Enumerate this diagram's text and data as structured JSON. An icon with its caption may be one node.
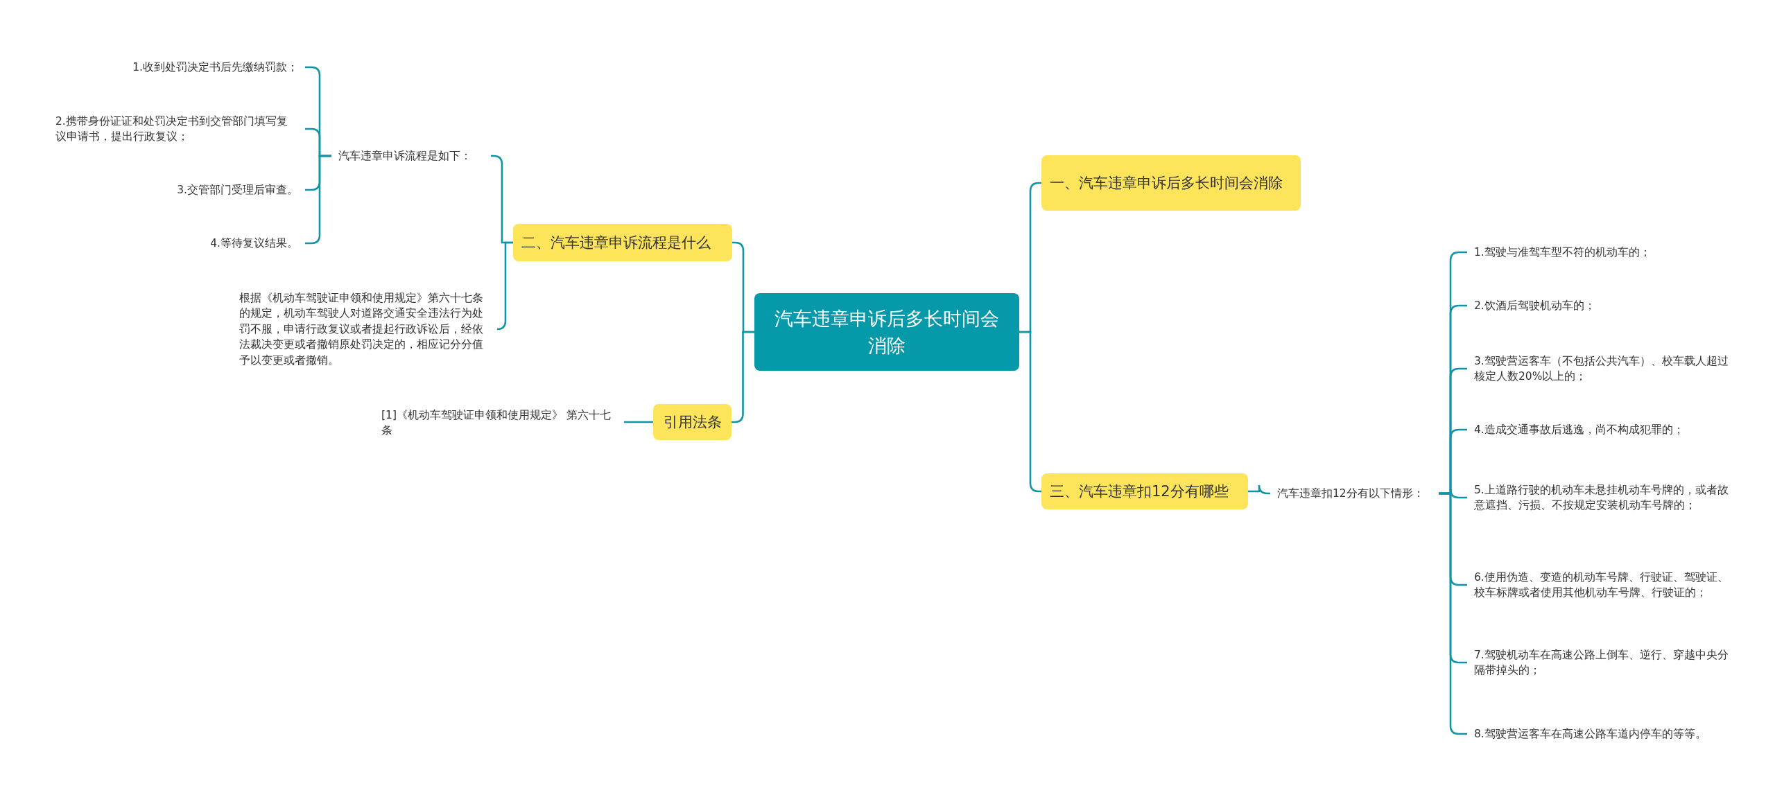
{
  "diagram": {
    "nodes": [
      {
        "text": [
          "汽车违章申诉后多长时间会消除"
        ]
      },
      {
        "text": [
          "二、汽车违章申诉流程是什么"
        ]
      },
      {
        "text": [
          "汽车违章申诉流程是如下："
        ]
      },
      {
        "text": [
          "1.收到处罚决定书后先缴纳罚款；"
        ]
      },
      {
        "text": [
          "2.携带身份证证和处罚决定书到交管部门填写复议申请书，提出行政复议；"
        ]
      },
      {
        "text": [
          "3.交管部门受理后审查。"
        ]
      },
      {
        "text": [
          "4.等待复议结果。"
        ]
      },
      {
        "text": [
          "根据《机动车驾驶证申领和使用规定》第六十七条的规定，机动车驾驶人对道路交通安全违法行为处罚不服，申请行政复议或者提起行政诉讼后，经依法裁决变更或者撤销原处罚决定的，相应记分分值予以变更或者撤销。"
        ]
      },
      {
        "text": [
          "引用法条"
        ]
      },
      {
        "text": [
          "[1]《机动车驾驶证申领和使用规定》 第六十七条"
        ]
      },
      {
        "text": [
          "一、汽车违章申诉后多长时间会消除"
        ]
      },
      {
        "text": [
          "三、汽车违章扣12分有哪些"
        ]
      },
      {
        "text": [
          "汽车违章扣12分有以下情形："
        ]
      },
      {
        "text": [
          "1.驾驶与准驾车型不符的机动车的；"
        ]
      },
      {
        "text": [
          "2.饮酒后驾驶机动车的；"
        ]
      },
      {
        "text": [
          "3.驾驶营运客车（不包括公共汽车）、校车载人超过核定人数20%以上的；"
        ]
      },
      {
        "text": [
          "4.造成交通事故后逃逸，尚不构成犯罪的；"
        ]
      },
      {
        "text": [
          "5.上道路行驶的机动车未悬挂机动车号牌的，或者故意遮挡、污损、不按规定安装机动车号牌的；"
        ]
      },
      {
        "text": [
          "6.使用伪造、变造的机动车号牌、行驶证、驾驶证、校车标牌或者使用其他机动车号牌、行驶证的；"
        ]
      },
      {
        "text": [
          "7.驾驶机动车在高速公路上倒车、逆行、穿越中央分隔带掉头的；"
        ]
      },
      {
        "text": [
          "8.驾驶营运客车在高速公路车道内停车的等等。"
        ]
      }
    ],
    "edges": [
      {
        "from": 0,
        "to": 1,
        "arrow": "none"
      },
      {
        "from": 0,
        "to": 8,
        "arrow": "none"
      },
      {
        "from": 0,
        "to": 10,
        "arrow": "none"
      },
      {
        "from": 0,
        "to": 11,
        "arrow": "none"
      },
      {
        "from": 1,
        "to": 2,
        "arrow": "none"
      },
      {
        "from": 1,
        "to": 7,
        "arrow": "none"
      },
      {
        "from": 2,
        "to": 3,
        "arrow": "none"
      },
      {
        "from": 2,
        "to": 4,
        "arrow": "none"
      },
      {
        "from": 2,
        "to": 5,
        "arrow": "none"
      },
      {
        "from": 2,
        "to": 6,
        "arrow": "none"
      },
      {
        "from": 8,
        "to": 9,
        "arrow": "none"
      },
      {
        "from": 11,
        "to": 12,
        "arrow": "none"
      },
      {
        "from": 12,
        "to": 13,
        "arrow": "none"
      },
      {
        "from": 12,
        "to": 14,
        "arrow": "none"
      },
      {
        "from": 12,
        "to": 15,
        "arrow": "none"
      },
      {
        "from": 12,
        "to": 16,
        "arrow": "none"
      },
      {
        "from": 12,
        "to": 17,
        "arrow": "none"
      },
      {
        "from": 12,
        "to": 18,
        "arrow": "none"
      },
      {
        "from": 12,
        "to": 19,
        "arrow": "none"
      },
      {
        "from": 12,
        "to": 20,
        "arrow": "none"
      }
    ]
  }
}
